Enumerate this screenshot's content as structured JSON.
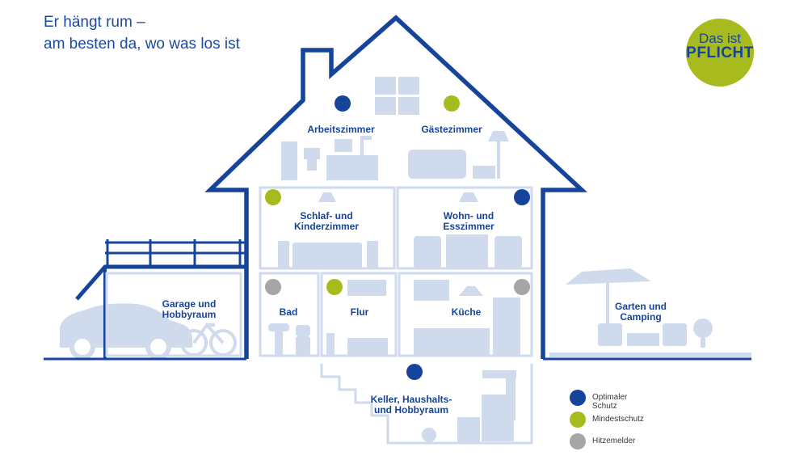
{
  "headline": {
    "line1": "Er hängt rum –",
    "line2": "am besten da, wo was los ist"
  },
  "badge": {
    "line1": "Das ist",
    "line2": "PFLICHT"
  },
  "colors": {
    "optimal": "#17449b",
    "minimum": "#a7bb1e",
    "heat": "#a6a6a6",
    "outline": "#17449b",
    "furniture": "#cfdaec"
  },
  "rooms": {
    "arbeitszimmer": {
      "lines": [
        "Arbeitszimmer"
      ],
      "detector": "optimal"
    },
    "gaestezimmer": {
      "lines": [
        "Gästezimmer"
      ],
      "detector": "minimum"
    },
    "schlafzimmer": {
      "lines": [
        "Schlaf- und",
        "Kinderzimmer"
      ],
      "detector": "minimum"
    },
    "wohnzimmer": {
      "lines": [
        "Wohn- und",
        "Esszimmer"
      ],
      "detector": "optimal"
    },
    "bad": {
      "lines": [
        "Bad"
      ],
      "detector": "heat"
    },
    "flur": {
      "lines": [
        "Flur"
      ],
      "detector": "minimum"
    },
    "kueche": {
      "lines": [
        "Küche"
      ],
      "detector": "heat"
    },
    "garage": {
      "lines": [
        "Garage und",
        "Hobbyraum"
      ],
      "detector": null
    },
    "keller": {
      "lines": [
        "Keller, Haushalts-",
        "und Hobbyraum"
      ],
      "detector": "optimal"
    },
    "garten": {
      "lines": [
        "Garten und",
        "Camping"
      ],
      "detector": null
    }
  },
  "legend": [
    {
      "key": "optimal",
      "label": "Optimaler Schutz",
      "color": "#17449b"
    },
    {
      "key": "minimum",
      "label": "Mindestschutz",
      "color": "#a7bb1e"
    },
    {
      "key": "heat",
      "label": "Hitzemelder",
      "color": "#a6a6a6"
    }
  ]
}
